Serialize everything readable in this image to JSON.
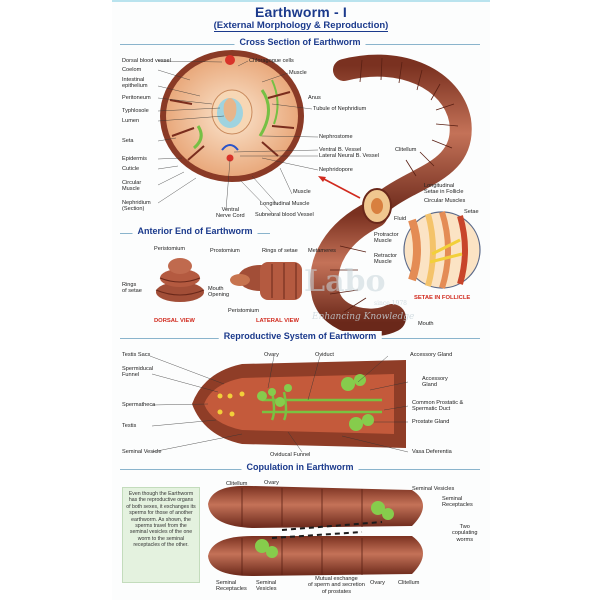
{
  "title": "Earthworm - I",
  "subtitle": "(External Morphology & Reproduction)",
  "sections": {
    "cross_section": "Cross Section of Earthworm",
    "anterior": "Anterior End of Earthworm",
    "reproductive": "Reproductive System of Earthworm",
    "copulation": "Copulation in Earthworm"
  },
  "cross_labels": {
    "dorsal_blood_vessel": "Dorsal blood vessel",
    "coelom": "Coelom",
    "intestinal_epithelium": "Intestinal\nepithelium",
    "peritoneum": "Peritoneum",
    "typhlosole": "Typhlosole",
    "lumen": "Lumen",
    "seta": "Seta",
    "epidermis": "Epidermis",
    "cuticle": "Cuticle",
    "circular_muscle": "Circular\nMuscle",
    "nephridium": "Nephridium\n(Section)",
    "ventral_nerve_cord": "Ventral\nNerve Cord",
    "chloragogue_cells": "Chloragogue cells",
    "muscle_top": "Muscle",
    "anus": "Anus",
    "tubule": "Tubule of Nephridium",
    "nephrostome": "Nephrostome",
    "ventral_bv": "Ventral B. Vessel",
    "lateral_nv": "Lateral Neural B. Vessel",
    "nephridopore": "Nephridopore",
    "muscle_bottom": "Muscle",
    "longitudinal_muscle": "Longitudinal Muscle",
    "subneural": "Subneural blood Vessel",
    "clitellum": "Clitellum",
    "longitudinal_setae": "Longitudinal\nSetae in Follicle",
    "circular_muscles": "Circular Muscles",
    "setae": "Setae",
    "fluid": "Fluid",
    "protractor": "Protractor\nMuscle",
    "retractor": "Retractor\nMuscle",
    "setae_follicle": "SETAE IN FOLLICLE",
    "mouth": "Mouth"
  },
  "anterior_labels": {
    "peristomium": "Peristomium",
    "prostomium": "Prostomium",
    "rings_of_setae_top": "Rings of setae",
    "metameres": "Metameres",
    "rings_of_setae_left": "Rings\nof setae",
    "mouth_opening": "Mouth\nOpening",
    "peristomium_bottom": "Peristomium",
    "dorsal_view": "DORSAL VIEW",
    "lateral_view": "LATERAL VIEW"
  },
  "repro_labels": {
    "testis_sacs": "Testis Sacs",
    "ovary": "Ovary",
    "oviduct": "Oviduct",
    "accessory_gland_top": "Accessory Gland",
    "spermiducal_funnel": "Spermiducal\nFunnel",
    "accessory_gland": "Accessory\nGland",
    "spermatheca": "Spermatheca",
    "common_prostatic": "Common Prostatic &\nSpermatic Duct",
    "testis": "Testis",
    "prostate_gland": "Prostate Gland",
    "seminal_vesicle": "Seminal Vesicle",
    "oviducal_funnel": "Oviducal Funnel",
    "vasa_deferentia": "Vasa Deferentia"
  },
  "copulation_text": "Even though the Earthworm has the reproductive organs of both sexes, it exchanges its sperms for those of another earthworm. As shown, the sperms travel from the seminal vesicles of the one worm to the seminal receptacles of the other.",
  "copulation_labels": {
    "clitellum_left": "Clitellum",
    "ovary_top": "Ovary",
    "seminal_vesicles": "Seminal Vesicles",
    "seminal_receptacles_right": "Seminal\nReceptacles",
    "two_worms": "Two\ncopulating\nworms",
    "seminal_receptacles_bottom": "Seminal\nReceptacles",
    "seminal_vesicles_bottom": "Seminal\nVesicles",
    "mutual_exchange": "Mutual exchange\nof sperm and secretion\nof prostates",
    "ovary_bottom": "Ovary",
    "clitellum_bottom": "Clitellum"
  },
  "watermark": {
    "brand": "Labo",
    "tagline": "Enhancing Knowledge",
    "small": "since 1978"
  },
  "colors": {
    "title_blue": "#1b3a8c",
    "worm_brown": "#9c4a33",
    "worm_dark": "#6e2b1c",
    "coelom_orange": "#f2c8a0",
    "green_organ": "#7cc24a",
    "red_label": "#d12a1e"
  }
}
